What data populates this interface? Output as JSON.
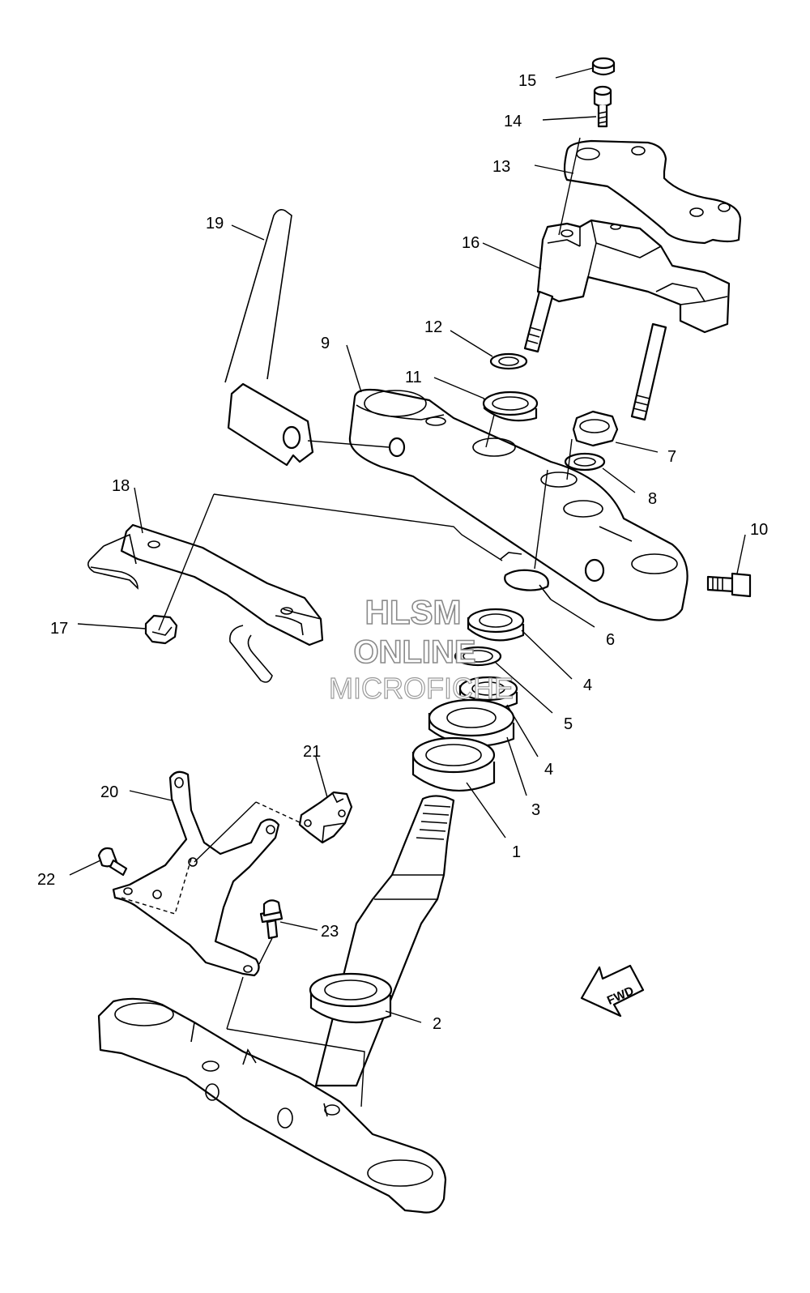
{
  "callouts": [
    {
      "id": "15",
      "label": "15"
    },
    {
      "id": "14",
      "label": "14"
    },
    {
      "id": "13",
      "label": "13"
    },
    {
      "id": "16",
      "label": "16"
    },
    {
      "id": "19",
      "label": "19"
    },
    {
      "id": "12",
      "label": "12"
    },
    {
      "id": "9",
      "label": "9"
    },
    {
      "id": "11",
      "label": "11"
    },
    {
      "id": "7",
      "label": "7"
    },
    {
      "id": "8",
      "label": "8"
    },
    {
      "id": "18",
      "label": "18"
    },
    {
      "id": "10",
      "label": "10"
    },
    {
      "id": "6",
      "label": "6"
    },
    {
      "id": "17",
      "label": "17"
    },
    {
      "id": "4a",
      "label": "4"
    },
    {
      "id": "5",
      "label": "5"
    },
    {
      "id": "4b",
      "label": "4"
    },
    {
      "id": "21",
      "label": "21"
    },
    {
      "id": "3",
      "label": "3"
    },
    {
      "id": "20",
      "label": "20"
    },
    {
      "id": "1",
      "label": "1"
    },
    {
      "id": "22",
      "label": "22"
    },
    {
      "id": "23",
      "label": "23"
    },
    {
      "id": "2",
      "label": "2"
    }
  ],
  "fwd_label": "FWD",
  "watermark": {
    "line1": "HLSM",
    "line2": "ONLINE",
    "line3": "MICROFICHE"
  }
}
